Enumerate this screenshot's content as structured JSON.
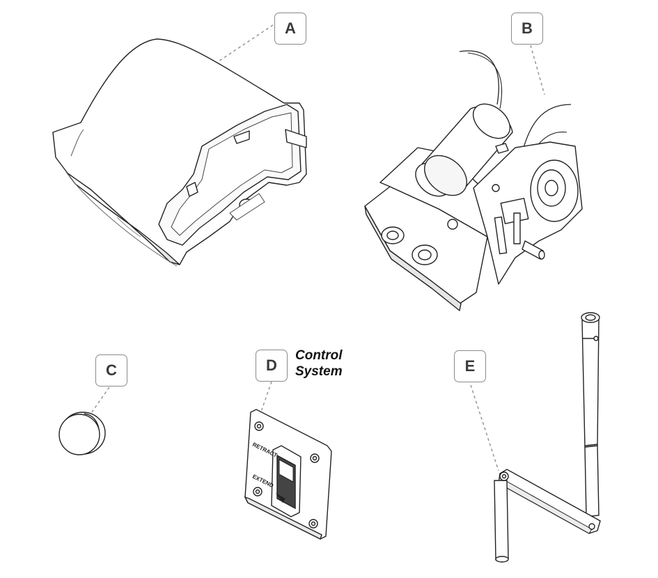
{
  "labels": {
    "a": "A",
    "b": "B",
    "c": "C",
    "d": "D",
    "e": "E"
  },
  "caption": {
    "line1": "Control",
    "line2": "System"
  },
  "switch_plate": {
    "retract": "RETRACT",
    "extend": "EXTEND"
  }
}
